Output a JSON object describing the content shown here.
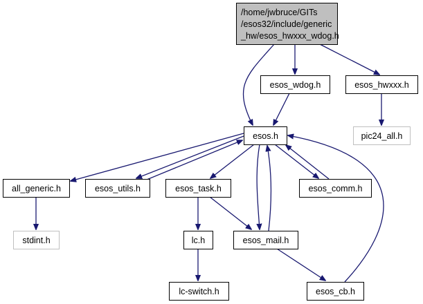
{
  "graph": {
    "type": "include-dependency-graph",
    "colors": {
      "edge": "#191970",
      "node_border": "#000000",
      "external_border": "#bfbfbf",
      "root_fill": "#bfbfbf",
      "node_fill": "#ffffff",
      "text": "#000000",
      "external_text": "#000000"
    },
    "nodes": [
      {
        "id": "root",
        "lines": [
          "/home/jwbruce/GITs",
          "/esos32/include/generic",
          "_hw/esos_hwxxx_wdog.h"
        ],
        "kind": "root"
      },
      {
        "id": "esos_wdog",
        "lines": [
          "esos_wdog.h"
        ],
        "kind": "normal"
      },
      {
        "id": "esos_hwxxx",
        "lines": [
          "esos_hwxxx.h"
        ],
        "kind": "normal"
      },
      {
        "id": "pic24_all",
        "lines": [
          "pic24_all.h"
        ],
        "kind": "external"
      },
      {
        "id": "esos",
        "lines": [
          "esos.h"
        ],
        "kind": "normal"
      },
      {
        "id": "all_generic",
        "lines": [
          "all_generic.h"
        ],
        "kind": "normal"
      },
      {
        "id": "esos_utils",
        "lines": [
          "esos_utils.h"
        ],
        "kind": "normal"
      },
      {
        "id": "esos_task",
        "lines": [
          "esos_task.h"
        ],
        "kind": "normal"
      },
      {
        "id": "esos_comm",
        "lines": [
          "esos_comm.h"
        ],
        "kind": "normal"
      },
      {
        "id": "stdint",
        "lines": [
          "stdint.h"
        ],
        "kind": "external"
      },
      {
        "id": "lc",
        "lines": [
          "lc.h"
        ],
        "kind": "normal"
      },
      {
        "id": "esos_mail",
        "lines": [
          "esos_mail.h"
        ],
        "kind": "normal"
      },
      {
        "id": "lc_switch",
        "lines": [
          "lc-switch.h"
        ],
        "kind": "normal"
      },
      {
        "id": "esos_cb",
        "lines": [
          "esos_cb.h"
        ],
        "kind": "normal"
      }
    ],
    "edges": [
      {
        "from": "root",
        "to": "esos_wdog"
      },
      {
        "from": "root",
        "to": "esos_hwxxx"
      },
      {
        "from": "root",
        "to": "esos"
      },
      {
        "from": "esos_wdog",
        "to": "esos"
      },
      {
        "from": "esos_hwxxx",
        "to": "pic24_all"
      },
      {
        "from": "esos",
        "to": "all_generic"
      },
      {
        "from": "esos",
        "to": "esos_utils"
      },
      {
        "from": "esos_utils",
        "to": "esos"
      },
      {
        "from": "esos",
        "to": "esos_task"
      },
      {
        "from": "esos",
        "to": "esos_comm"
      },
      {
        "from": "esos_comm",
        "to": "esos"
      },
      {
        "from": "esos",
        "to": "esos_mail"
      },
      {
        "from": "esos_mail",
        "to": "esos"
      },
      {
        "from": "esos_cb",
        "to": "esos"
      },
      {
        "from": "all_generic",
        "to": "stdint"
      },
      {
        "from": "esos_task",
        "to": "lc"
      },
      {
        "from": "esos_task",
        "to": "esos_mail"
      },
      {
        "from": "lc",
        "to": "lc_switch"
      },
      {
        "from": "esos_mail",
        "to": "esos_cb"
      }
    ]
  }
}
